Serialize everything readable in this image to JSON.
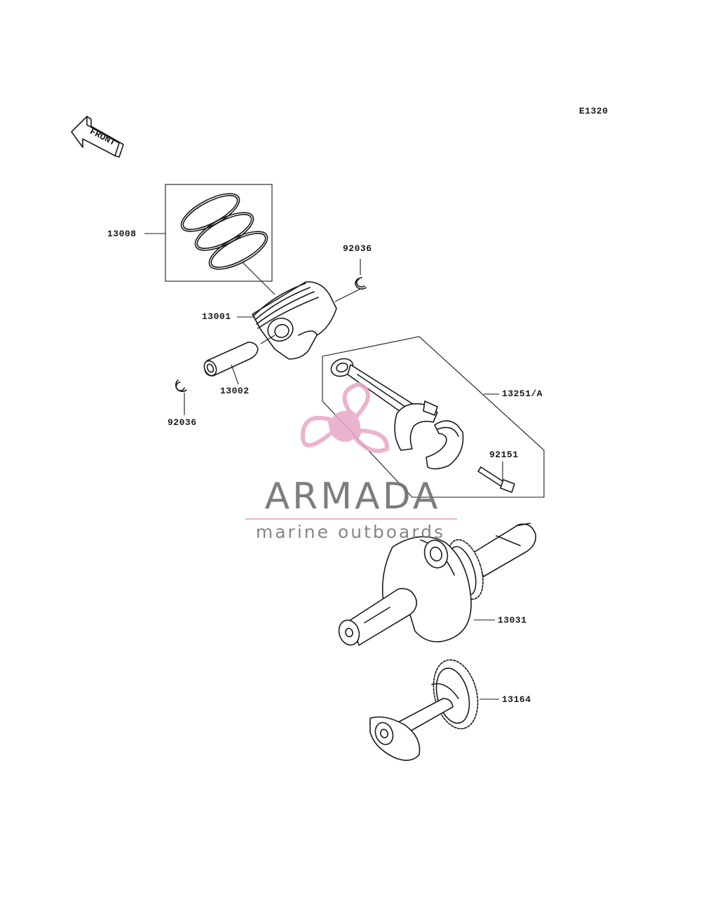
{
  "diagram_code": "E1320",
  "front_arrow_label": "FRONT",
  "part_labels": {
    "piston_rings": "13008",
    "snap_ring_top": "92036",
    "piston": "13001",
    "piston_pin": "13002",
    "snap_ring_bottom": "92036",
    "connecting_rod": "13251/A",
    "rod_bolt": "92151",
    "crankshaft": "13031",
    "balancer_shaft": "13164"
  },
  "watermark": {
    "title": "ARMADA",
    "subtitle": "marine outboards",
    "accent_color": "#e9a6c6"
  }
}
